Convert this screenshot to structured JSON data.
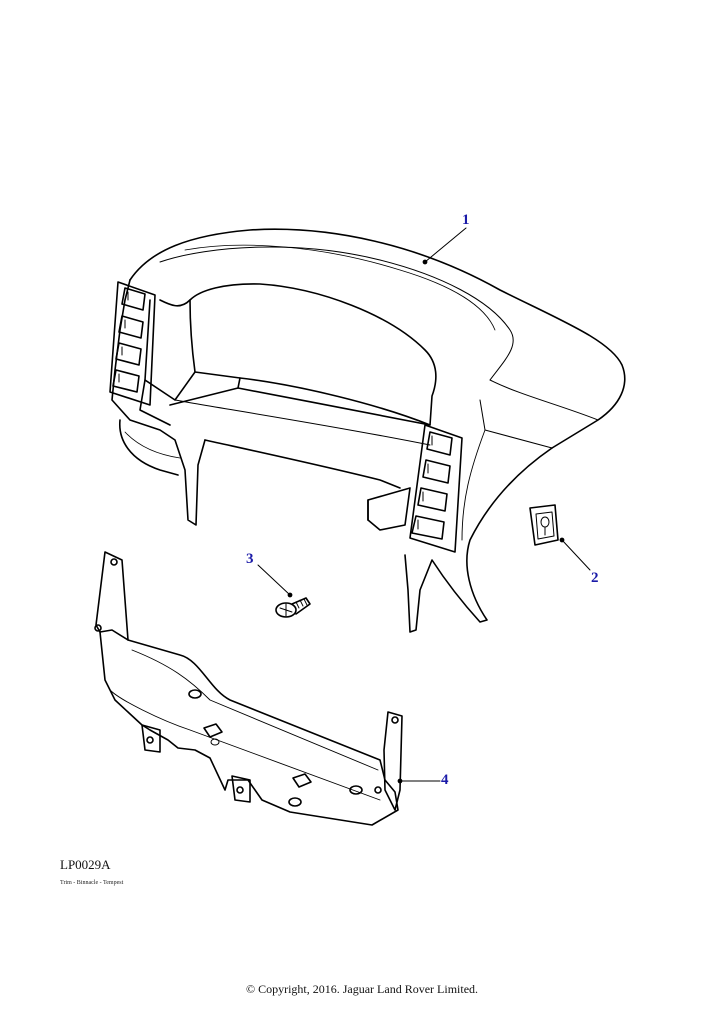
{
  "diagram": {
    "id": "LP0029A",
    "caption": "Trim - Binnacle - Tempest",
    "copyright": "© Copyright, 2016. Jaguar Land Rover Limited."
  },
  "callouts": [
    {
      "number": "1",
      "part": "binnacle-cover"
    },
    {
      "number": "2",
      "part": "speed-nut"
    },
    {
      "number": "3",
      "part": "screw"
    },
    {
      "number": "4",
      "part": "binnacle-bracket"
    }
  ],
  "colors": {
    "callout": "#1a1aa8",
    "line": "#000000"
  }
}
